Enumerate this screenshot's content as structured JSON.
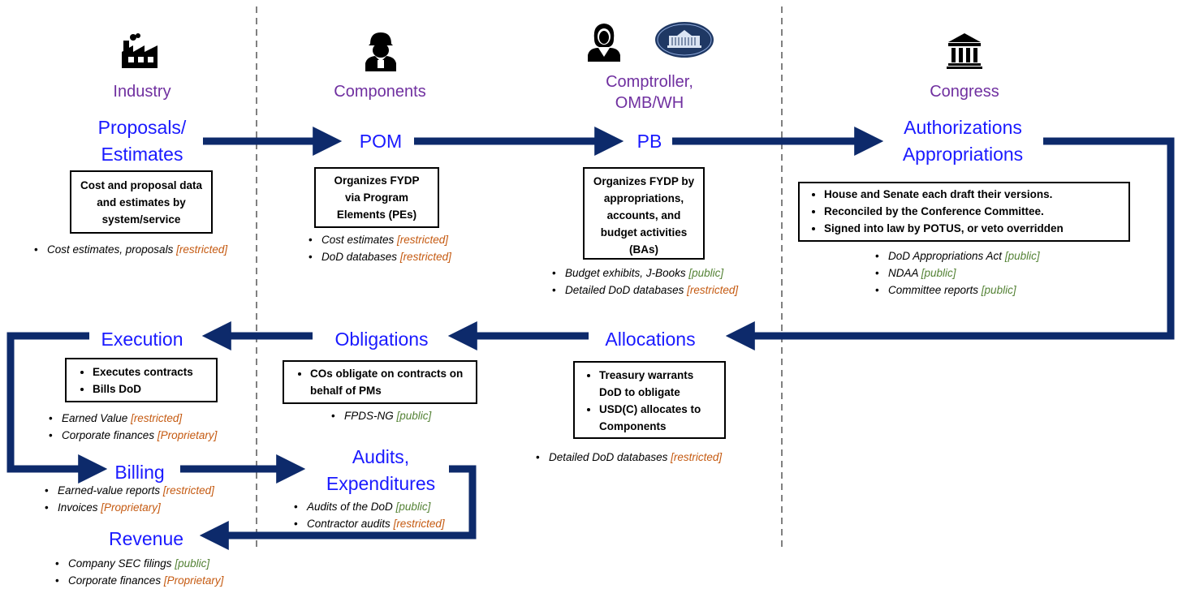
{
  "columns": {
    "industry": "Industry",
    "components": "Components",
    "comptroller": "Comptroller,\nOMB/WH",
    "congress": "Congress"
  },
  "stages": {
    "proposals": "Proposals/\nEstimates",
    "pom": "POM",
    "pb": "PB",
    "authorizations": "Authorizations\nAppropriations",
    "execution": "Execution",
    "obligations": "Obligations",
    "allocations": "Allocations",
    "billing": "Billing",
    "audits": "Audits,\nExpenditures",
    "revenue": "Revenue"
  },
  "boxes": {
    "proposals": "Cost and proposal data and estimates by system/service",
    "pom": "Organizes FYDP via Program Elements (PEs)",
    "pb": "Organizes FYDP by appropriations, accounts, and budget activities (BAs)",
    "authorizations": [
      "House and Senate each draft their versions.",
      "Reconciled by the Conference Committee.",
      "Signed into law by POTUS, or veto overridden"
    ],
    "execution": [
      "Executes contracts",
      "Bills DoD"
    ],
    "obligations": [
      "COs obligate on contracts on behalf of PMs"
    ],
    "allocations": [
      "Treasury warrants DoD to obligate",
      "USD(C) allocates to Components"
    ]
  },
  "sources": {
    "proposals": [
      {
        "text": "Cost estimates, proposals ",
        "tag": "[restricted]"
      }
    ],
    "pom": [
      {
        "text": "Cost estimates ",
        "tag": "[restricted]"
      },
      {
        "text": "DoD databases ",
        "tag": "[restricted]"
      }
    ],
    "pb": [
      {
        "text": "Budget exhibits, J-Books ",
        "tag": "[public]"
      },
      {
        "text": "Detailed DoD databases ",
        "tag": "[restricted]"
      }
    ],
    "authorizations": [
      {
        "text": "DoD Appropriations Act ",
        "tag": "[public]"
      },
      {
        "text": "NDAA ",
        "tag": "[public]"
      },
      {
        "text": "Committee reports ",
        "tag": "[public]"
      }
    ],
    "execution": [
      {
        "text": "Earned Value ",
        "tag": "[restricted]"
      },
      {
        "text": "Corporate finances ",
        "tag": "[Proprietary]"
      }
    ],
    "obligations": [
      {
        "text": "FPDS-NG ",
        "tag": "[public]"
      }
    ],
    "allocations": [
      {
        "text": "Detailed DoD databases ",
        "tag": "[restricted]"
      }
    ],
    "billing": [
      {
        "text": "Earned-value reports ",
        "tag": "[restricted]"
      },
      {
        "text": "Invoices ",
        "tag": "[Proprietary]"
      }
    ],
    "audits": [
      {
        "text": "Audits of the DoD ",
        "tag": "[public]"
      },
      {
        "text": "Contractor audits ",
        "tag": "[restricted]"
      }
    ],
    "revenue": [
      {
        "text": "Company SEC filings ",
        "tag": "[public]"
      },
      {
        "text": "Corporate finances ",
        "tag": "[Proprietary]"
      }
    ]
  },
  "icons": {
    "industry": "factory-icon",
    "components": "soldier-icon",
    "comptroller": "person-icon",
    "omb": "white-house-seal-icon",
    "congress": "capitol-building-icon"
  },
  "colors": {
    "arrow": "#0d2a6b",
    "stage_text": "#1a1aff",
    "column_title": "#7030a0",
    "restricted": "#c55a11",
    "public": "#548235",
    "divider": "#808080"
  }
}
